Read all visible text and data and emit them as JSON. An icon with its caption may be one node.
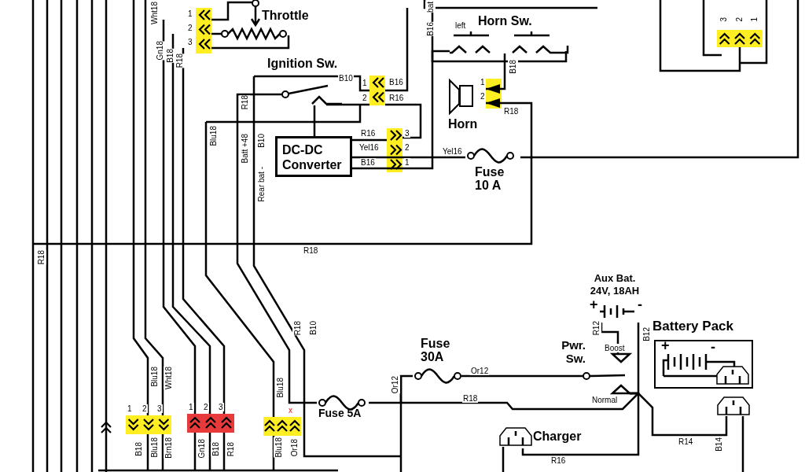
{
  "diagram": {
    "nodes": [
      {
        "text": [
          "Throttle"
        ]
      },
      {
        "text": [
          "Ignition Sw."
        ]
      },
      {
        "text": [
          "DC-DC Converter"
        ]
      },
      {
        "text": [
          "Horn Sw."
        ]
      },
      {
        "text": [
          "Horn"
        ]
      },
      {
        "text": [
          "Fuse 10 A"
        ]
      },
      {
        "text": [
          "Fuse 30A"
        ]
      },
      {
        "text": [
          "Fuse 5A"
        ]
      },
      {
        "text": [
          "Pwr. Sw."
        ]
      },
      {
        "text": [
          "Aux Bat. 24V, 18AH"
        ]
      },
      {
        "text": [
          "Battery Pack"
        ]
      },
      {
        "text": [
          "Charger"
        ]
      },
      {
        "text": [],
        "shape": "plug"
      }
    ],
    "edges": [
      {
        "from": 2,
        "to": 5,
        "arrow": "none",
        "label": "Yel16"
      },
      {
        "from": 3,
        "to": 4,
        "arrow": "to",
        "label": "B18"
      },
      {
        "from": 5,
        "to": 4,
        "arrow": "to",
        "label": "R18"
      },
      {
        "from": 6,
        "to": 8,
        "arrow": "none",
        "label": "Or12"
      },
      {
        "from": 9,
        "to": 8,
        "arrow": "none",
        "label": "R12"
      },
      {
        "from": 9,
        "to": 8,
        "arrow": "none",
        "label": "B12"
      },
      {
        "from": 8,
        "to": 12,
        "arrow": "none",
        "label": "R14"
      },
      {
        "from": 11,
        "to": 8,
        "arrow": "none",
        "label": "R16"
      },
      {
        "from": 7,
        "to": 6,
        "arrow": "none",
        "label": "Or12"
      },
      {
        "from": 1,
        "to": 2,
        "arrow": "none"
      },
      {
        "from": 1,
        "to": 7,
        "arrow": "none",
        "label": "R18"
      },
      {
        "from": 2,
        "to": 3,
        "arrow": "none"
      }
    ],
    "labels": [
      "Wht18",
      "Gn18",
      "B18",
      "R18",
      "1",
      "2",
      "3",
      "B10",
      "1",
      "2",
      "B16",
      "R16",
      "R18",
      "Blu18",
      "Batt +48",
      "B10",
      "Rear bat -",
      "R16",
      "Yel16",
      "B16",
      "3",
      "2",
      "1",
      "bat",
      "B16",
      "left",
      "1",
      "2",
      "3",
      "2",
      "1",
      "R18",
      "R18",
      "B10",
      "Blu18",
      "Wht18",
      "Blu18",
      "1",
      "2",
      "3",
      "1",
      "2",
      "3",
      "x",
      "B18",
      "Blu18",
      "Brn18",
      "Gn18",
      "B18",
      "R18",
      "Blu18",
      "Or18",
      "R18",
      "B14",
      "+",
      "-",
      "+",
      "-",
      "Boost",
      "Normal"
    ]
  }
}
